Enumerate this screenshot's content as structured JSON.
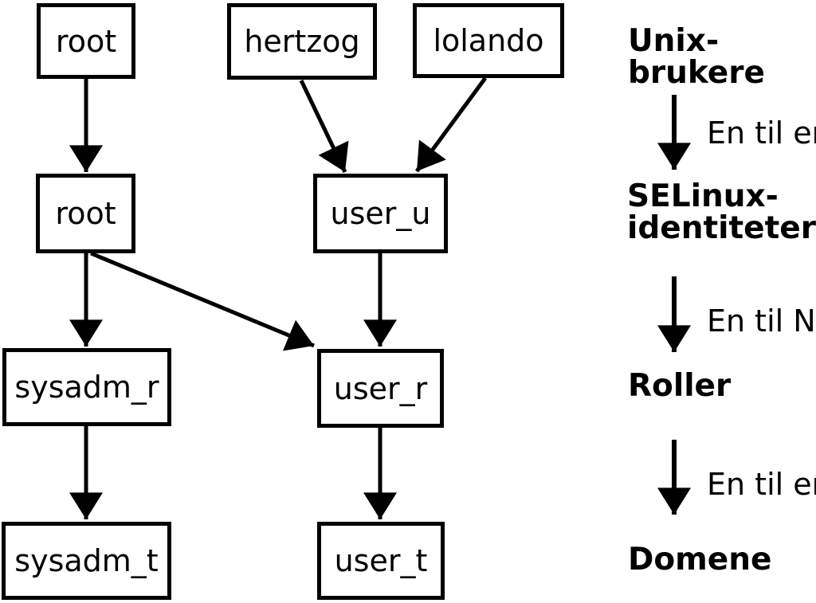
{
  "colors": {
    "background": "#ffffff",
    "ink": "#000000"
  },
  "nodes": {
    "unix_root": "root",
    "unix_hertzog": "hertzog",
    "unix_lolando": "lolando",
    "identity_root": "root",
    "identity_user_u": "user_u",
    "role_sysadm_r": "sysadm_r",
    "role_user_r": "user_r",
    "domain_sysadm_t": "sysadm_t",
    "domain_user_t": "user_t"
  },
  "edges": [
    {
      "from": "unix_root",
      "to": "identity_root"
    },
    {
      "from": "unix_hertzog",
      "to": "identity_user_u"
    },
    {
      "from": "unix_lolando",
      "to": "identity_user_u"
    },
    {
      "from": "identity_root",
      "to": "role_sysadm_r"
    },
    {
      "from": "identity_root",
      "to": "role_user_r"
    },
    {
      "from": "identity_user_u",
      "to": "role_user_r"
    },
    {
      "from": "role_sysadm_r",
      "to": "domain_sysadm_t"
    },
    {
      "from": "role_user_r",
      "to": "domain_user_t"
    }
  ],
  "legend": {
    "level_unix": "Unix-brukere",
    "relation_unix_identity": "En til en",
    "level_identity": "SELinux-\nidentiteter",
    "relation_identity_role": "En til N",
    "level_role": "Roller",
    "relation_role_domain": "En til en",
    "level_domain": "Domene"
  }
}
